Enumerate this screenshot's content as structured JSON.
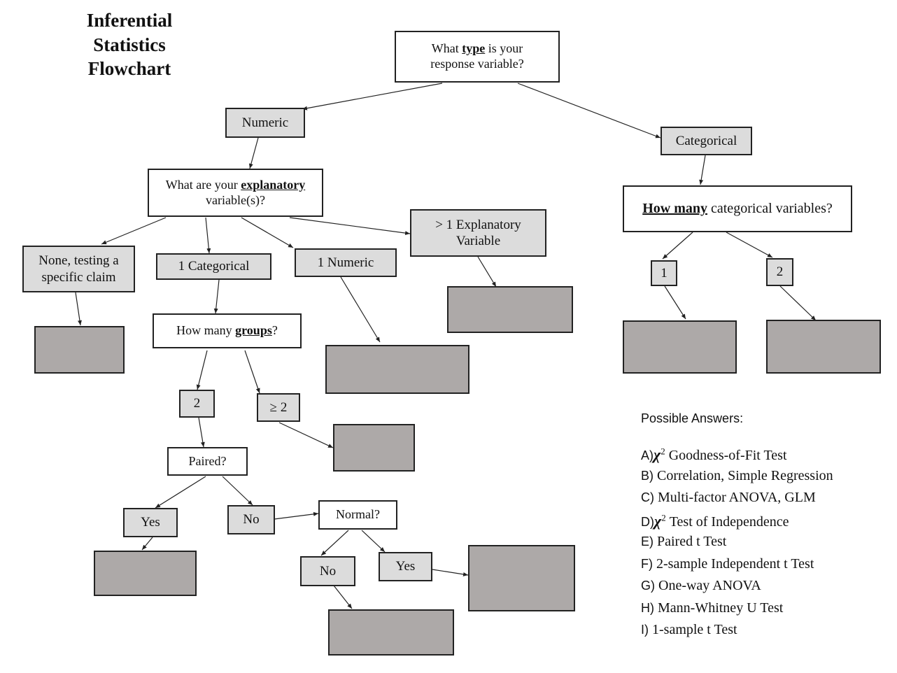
{
  "title": {
    "line1": "Inferential",
    "line2": "Statistics",
    "line3": "Flowchart"
  },
  "questions": {
    "response_type": {
      "pre": "What ",
      "em": "type",
      "post": " is your response variable?"
    },
    "explanatory": {
      "pre": "What are your ",
      "em": "explanatory",
      "post": " variable(s)?"
    },
    "how_many_categorical": {
      "pre": "",
      "em": "How many",
      "post": " categorical variables?"
    },
    "how_many_groups": {
      "pre": "How many ",
      "em": "groups",
      "post": "?"
    },
    "paired": "Paired?",
    "normal": "Normal?"
  },
  "labels": {
    "numeric": "Numeric",
    "categorical": "Categorical",
    "none_testing": "None, testing a specific claim",
    "one_categorical": "1 Categorical",
    "one_numeric": "1 Numeric",
    "more_than_one": "> 1 Explanatory Variable",
    "one": "1",
    "two": "2",
    "groups_two": "2",
    "groups_ge_two": "≥ 2",
    "paired_yes": "Yes",
    "paired_no": "No",
    "normal_no": "No",
    "normal_yes": "Yes"
  },
  "legend": {
    "heading": "Possible Answers:",
    "items": [
      {
        "letter": "A)",
        "chi": "χ",
        "sup": "2",
        "text": " Goodness-of-Fit Test"
      },
      {
        "letter": "B)",
        "chi": "",
        "sup": "",
        "text": "Correlation, Simple Regression"
      },
      {
        "letter": "C)",
        "chi": "",
        "sup": "",
        "text": "Multi-factor ANOVA, GLM"
      },
      {
        "letter": "D)",
        "chi": "χ",
        "sup": "2",
        "text": " Test of Independence"
      },
      {
        "letter": "E)",
        "chi": "",
        "sup": "",
        "text": "Paired t Test"
      },
      {
        "letter": "F)",
        "chi": "",
        "sup": "",
        "text": "2-sample Independent t Test"
      },
      {
        "letter": "G)",
        "chi": "",
        "sup": "",
        "text": "One-way ANOVA"
      },
      {
        "letter": "H)",
        "chi": "",
        "sup": "",
        "text": "Mann-Whitney U Test"
      },
      {
        "letter": "I)",
        "chi": "",
        "sup": "",
        "text": "1-sample t Test"
      }
    ]
  },
  "colors": {
    "label_fill": "#dcdcdc",
    "answer_fill": "#ada9a8",
    "border": "#222222"
  }
}
